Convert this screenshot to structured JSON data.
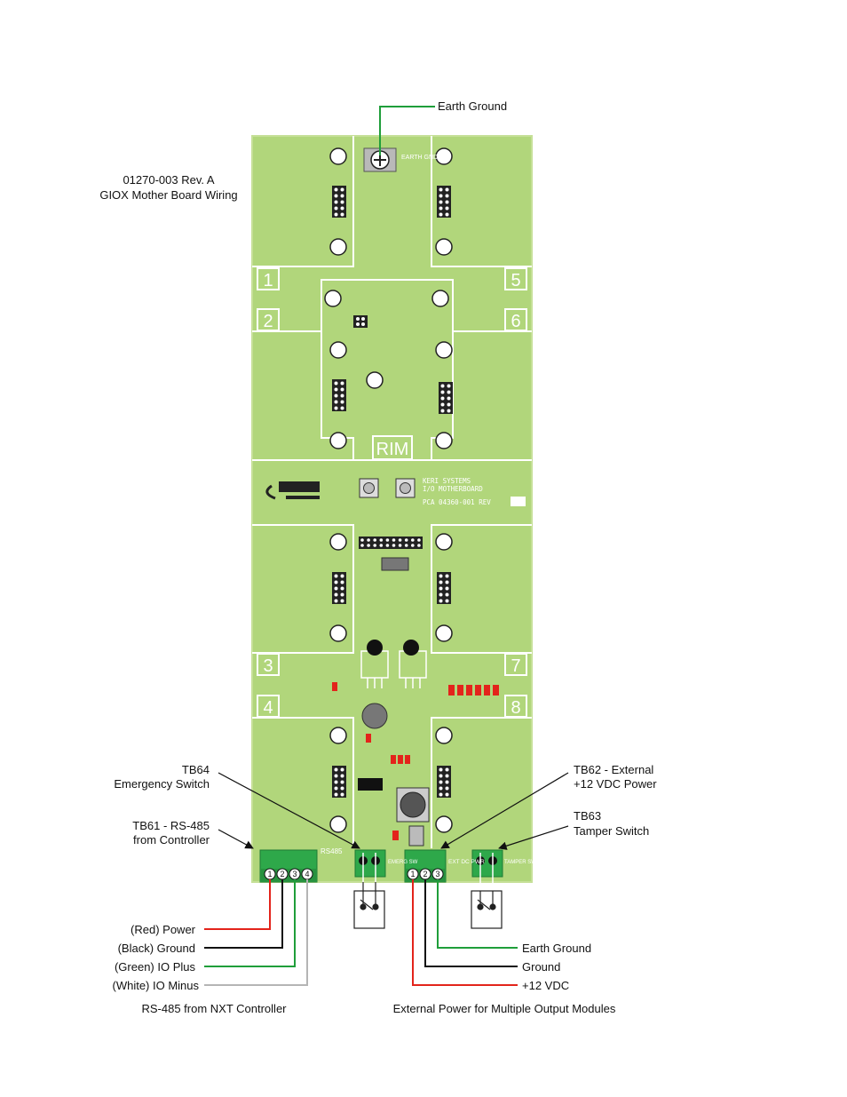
{
  "title": {
    "part_number": "01270-003  Rev. A",
    "name": "GIOX Mother Board Wiring"
  },
  "colors": {
    "board": "#b1d67b",
    "silkscreen": "#ffffff",
    "terminal": "#2ea84a",
    "led": "#e3241b",
    "wire_red": "#e3241b",
    "wire_black": "#111111",
    "wire_green": "#1f9e3a",
    "wire_white": "#b5b5b5"
  },
  "board": {
    "earth_gnd_label": "EARTH GND",
    "slots": [
      "1",
      "2",
      "3",
      "4",
      "5",
      "6",
      "7",
      "8"
    ],
    "rim_label": "RIM",
    "brand_name": "KERI SYSTEMS",
    "brand_sub": "I/O MOTHERBOARD",
    "pca_label": "PCA    04360-001  REV",
    "rs485_label": "RS485",
    "emerg_label": "EMERG SW",
    "ext_pwr_label": "EXT DC PWR",
    "tamper_label": "TAMPER SW",
    "tb61_pins": [
      "1",
      "2",
      "3",
      "4"
    ],
    "tb62_pins": [
      "1",
      "2",
      "3"
    ]
  },
  "callouts": {
    "earth_ground_top": "Earth Ground",
    "tb64_line1": "TB64",
    "tb64_line2": "Emergency Switch",
    "tb61_line1": "TB61 - RS-485",
    "tb61_line2": "from Controller",
    "tb62_line1": "TB62 - External",
    "tb62_line2": "+12 VDC Power",
    "tb63_line1": "TB63",
    "tb63_line2": "Tamper Switch"
  },
  "rs485_wires": [
    {
      "label": "(Red) Power",
      "color": "red"
    },
    {
      "label": "(Black) Ground",
      "color": "black"
    },
    {
      "label": "(Green) IO Plus",
      "color": "green"
    },
    {
      "label": "(White) IO Minus",
      "color": "white"
    }
  ],
  "power_wires": [
    {
      "label": "Earth Ground",
      "color": "green"
    },
    {
      "label": "Ground",
      "color": "black"
    },
    {
      "label": "+12 VDC",
      "color": "red"
    }
  ],
  "captions": {
    "rs485": "RS-485 from NXT Controller",
    "power": "External Power for Multiple Output Modules"
  }
}
